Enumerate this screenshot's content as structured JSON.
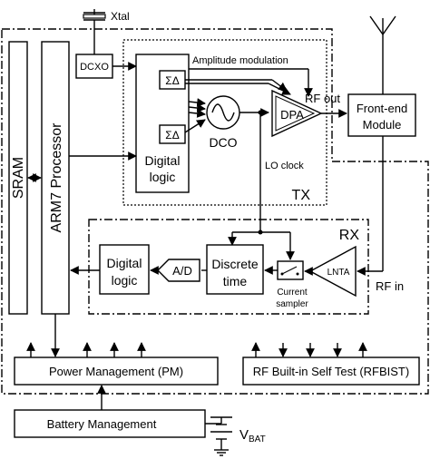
{
  "labels": {
    "xtal": "Xtal",
    "dcxo": "DCXO",
    "amplitude_modulation": "Amplitude modulation",
    "rf_out": "RF out",
    "sigma_delta_1": "ΣΔ",
    "sigma_delta_2": "ΣΔ",
    "dco": "DCO",
    "dpa": "DPA",
    "digital_logic_tx_line1": "Digital",
    "digital_logic_tx_line2": "logic",
    "lo_clock": "LO clock",
    "tx": "TX",
    "front_end_line1": "Front-end",
    "front_end_line2": "Module",
    "sram": "SRAM",
    "arm7": "ARM7 Processor",
    "rx": "RX",
    "digital_logic_rx_line1": "Digital",
    "digital_logic_rx_line2": "logic",
    "ad": "A/D",
    "discrete_time_line1": "Discrete",
    "discrete_time_line2": "time",
    "lnta": "LNTA",
    "current_sampler_line1": "Current",
    "current_sampler_line2": "sampler",
    "rf_in": "RF in",
    "power_management": "Power Management (PM)",
    "rfbist": "RF Built-in Self Test (RFBIST)",
    "battery_management": "Battery Management",
    "vbat_main": "V",
    "vbat_sub": "BAT"
  }
}
